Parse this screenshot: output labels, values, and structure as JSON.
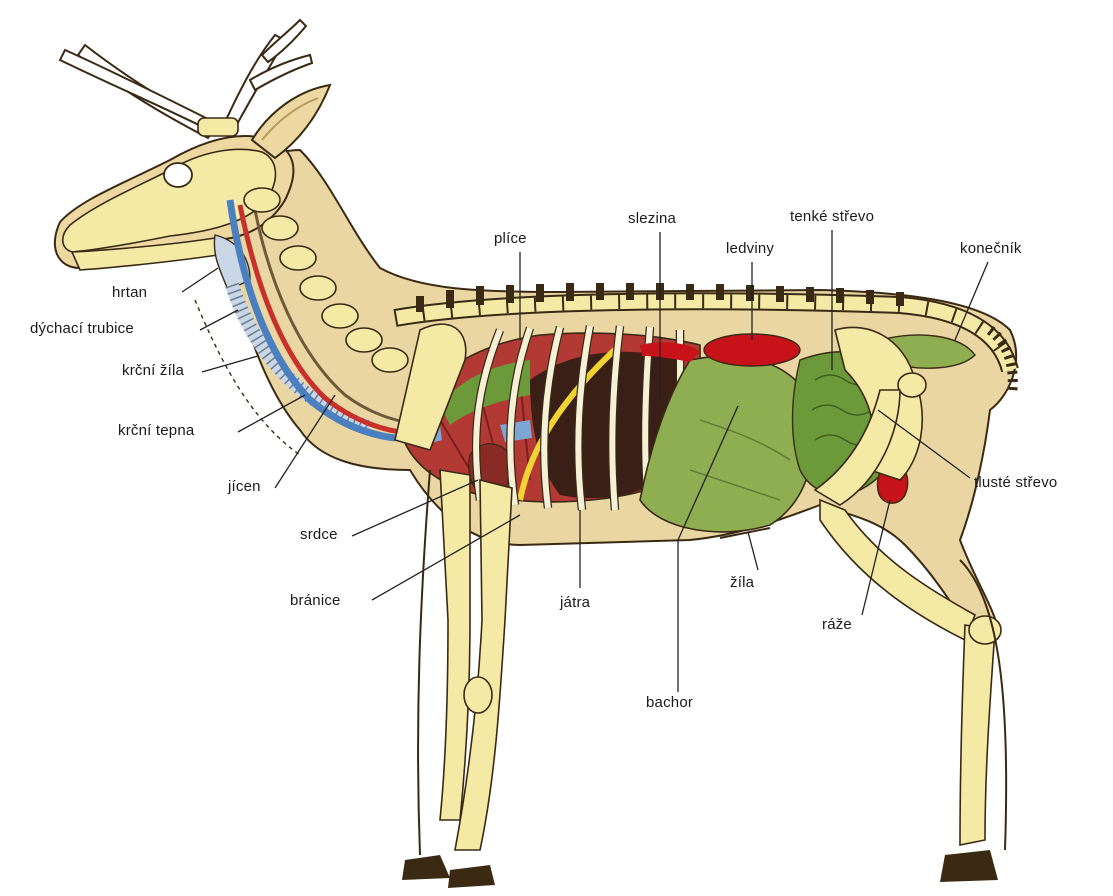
{
  "colors": {
    "hide": "#e9d6a2",
    "bone": "#f4eaa6",
    "vein": "#4a7fc0",
    "artery": "#c8312b",
    "lung": "#b33a34",
    "liver": "#3a1f16",
    "rumen": "#8fae52",
    "intestine": "#6c9a3a",
    "kidney": "#c8121a",
    "spleen": "#c8121a",
    "trachea": "#c9d6e6",
    "aorta_yellow": "#f1d431"
  },
  "labels": {
    "hrtan": "hrtan",
    "dychaci_trubice": "dýchací trubice",
    "krcni_zila": "krční žíla",
    "krcni_tepna": "krční tepna",
    "jicen": "jícen",
    "srdce": "srdce",
    "branice": "bránice",
    "plice": "plíce",
    "jatra": "játra",
    "slezina": "slezina",
    "ledviny": "ledviny",
    "tenke_strevo": "tenké střevo",
    "konecnik": "konečník",
    "bachor": "bachor",
    "zila": "žíla",
    "raze": "ráže",
    "tluste_strevo": "tlusté střevo"
  }
}
